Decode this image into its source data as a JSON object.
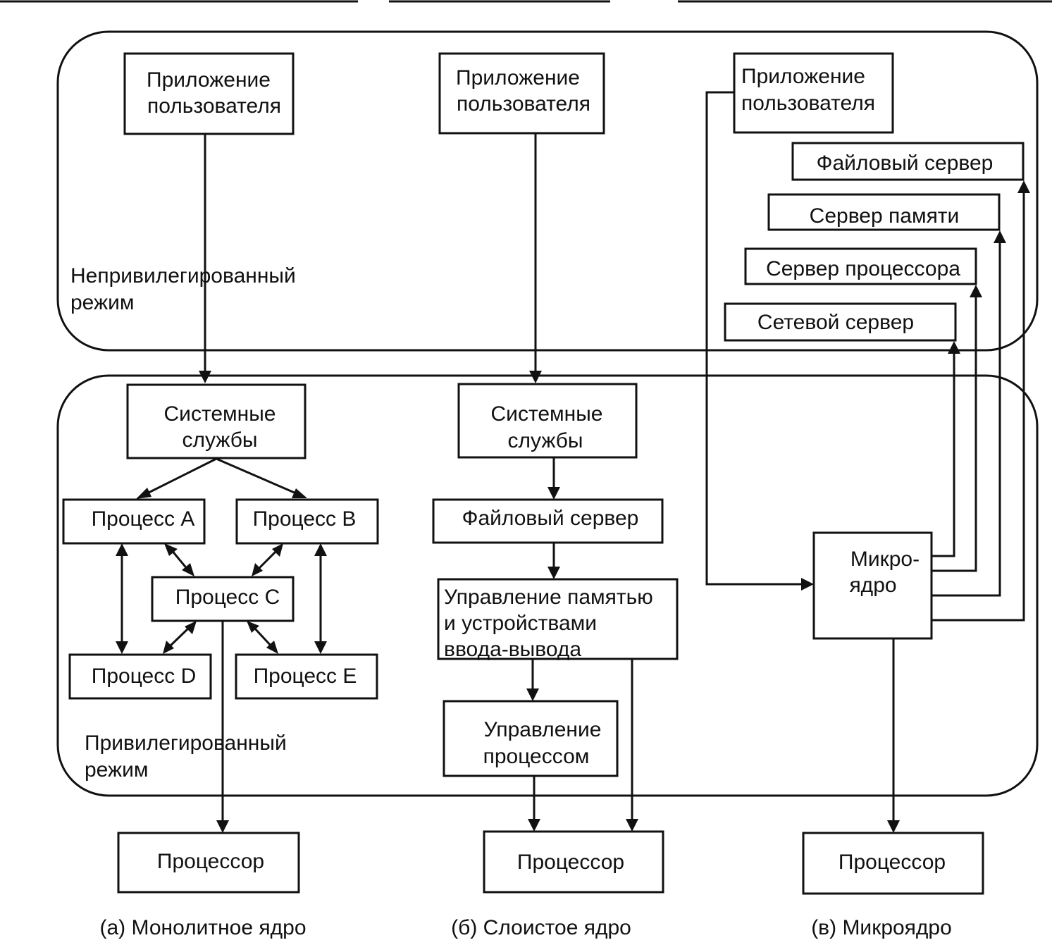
{
  "top_rules": true,
  "regions": {
    "user_mode": "Непривилегированный режим",
    "kernel_mode": "Привилегированный режим"
  },
  "user_mode_lines": [
    "Непривилегированный",
    "режим"
  ],
  "kernel_mode_lines": [
    "Привилегированный",
    "режим"
  ],
  "monolithic": {
    "app": [
      "Приложение",
      "пользователя"
    ],
    "services": [
      "Системные",
      "службы"
    ],
    "proc_a": "Процесс A",
    "proc_b": "Процесс B",
    "proc_c": "Процесс C",
    "proc_d": "Процесс D",
    "proc_e": "Процесс E",
    "cpu": "Процессор",
    "caption": "(а) Монолитное ядро"
  },
  "layered": {
    "app": [
      "Приложение",
      "пользователя"
    ],
    "services": [
      "Системные",
      "службы"
    ],
    "file_server": "Файловый сервер",
    "mem_io": [
      "Управление памятью",
      "и устройствами",
      "ввода-вывода"
    ],
    "proc_mgmt": [
      "Управление",
      "процессом"
    ],
    "cpu": "Процессор",
    "caption": "(б) Слоистое ядро"
  },
  "micro": {
    "app": [
      "Приложение",
      "пользователя"
    ],
    "file_server": "Файловый сервер",
    "mem_server": "Сервер памяти",
    "cpu_server": "Сервер процессора",
    "net_server": "Сетевой сервер",
    "kernel": [
      "Микро-",
      "ядро"
    ],
    "cpu": "Процессор",
    "caption": "(в) Микроядро"
  }
}
